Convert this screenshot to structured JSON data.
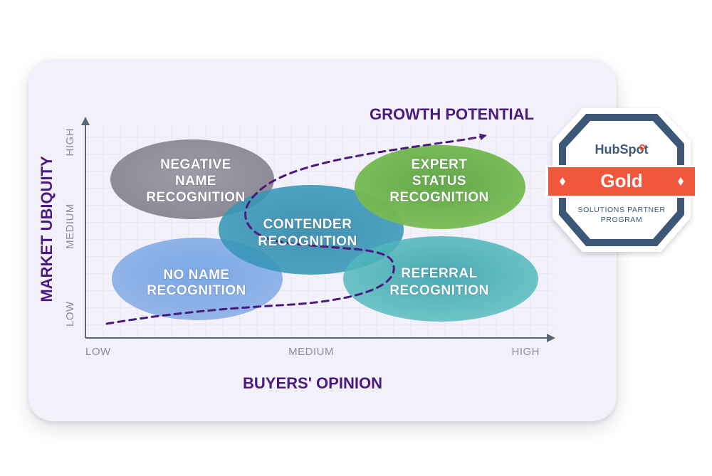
{
  "diagram": {
    "title": "GROWTH POTENTIAL",
    "x_axis": {
      "label": "BUYERS' OPINION",
      "ticks": [
        "LOW",
        "MEDIUM",
        "HIGH"
      ]
    },
    "y_axis": {
      "label": "MARKET UBIQUITY",
      "ticks": [
        "LOW",
        "MEDIUM",
        "HIGH"
      ]
    },
    "regions": [
      {
        "key": "negative",
        "lines": [
          "NEGATIVE",
          "NAME",
          "RECOGNITION"
        ],
        "color": "#8b8893"
      },
      {
        "key": "no-name",
        "lines": [
          "NO NAME",
          "RECOGNITION"
        ],
        "color": "#5b8fd8"
      },
      {
        "key": "contender",
        "lines": [
          "CONTENDER",
          "RECOGNITION"
        ],
        "color": "#2e8fb0"
      },
      {
        "key": "expert",
        "lines": [
          "EXPERT",
          "STATUS",
          "RECOGNITION"
        ],
        "color": "#4fa83b"
      },
      {
        "key": "referral",
        "lines": [
          "REFERRAL",
          "RECOGNITION"
        ],
        "color": "#2aa7a9"
      }
    ],
    "accent_color": "#4a1a7d"
  },
  "badge": {
    "brand": "HubSpot",
    "tier": "Gold",
    "line1": "SOLUTIONS PARTNER",
    "line2": "PROGRAM",
    "frame_color": "#3e5877",
    "ribbon_color": "#f0573b"
  }
}
